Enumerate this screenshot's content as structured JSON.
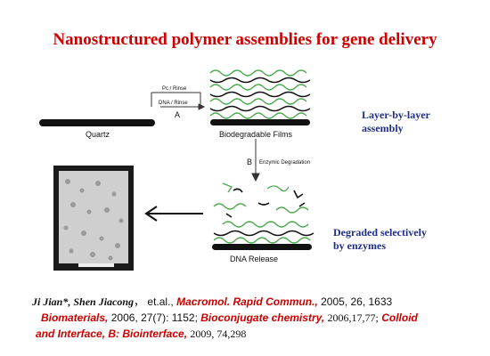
{
  "title": "Nanostructured polymer assemblies for gene delivery",
  "diagram": {
    "quartz_label": "Quartz",
    "films_label": "Biodegradable Films",
    "step_a_label": "A",
    "pc_rinse_label": "Pc / Rinse",
    "dna_rinse_label": "DNA / Rinse",
    "step_b_label": "B",
    "enzymatic_label": "Enzymic Degradation",
    "dna_release_label": "DNA Release",
    "lbl_assembly": [
      "Layer-by-layer",
      "assembly"
    ],
    "degraded_label": [
      "Degraded selectively",
      "by enzymes"
    ]
  },
  "citations": {
    "authors": "Ji Jian*, Shen Jiacong",
    "authors_sep": "，",
    "etal": "et.al.,",
    "j1_name": "Macromol. Rapid Commun.,",
    "j1_ref": "2005, 26, 1633",
    "j2_name": "Biomaterials,",
    "j2_ref": "2006, 27(7): 1152;",
    "j3_name": "Bioconjugate chemistry,",
    "j3_ref": "2006,17,77;",
    "j4_name_a": "Colloid",
    "j4_name_b": "and Interface, B: Biointerface,",
    "j4_ref": "2009, 74,298"
  }
}
